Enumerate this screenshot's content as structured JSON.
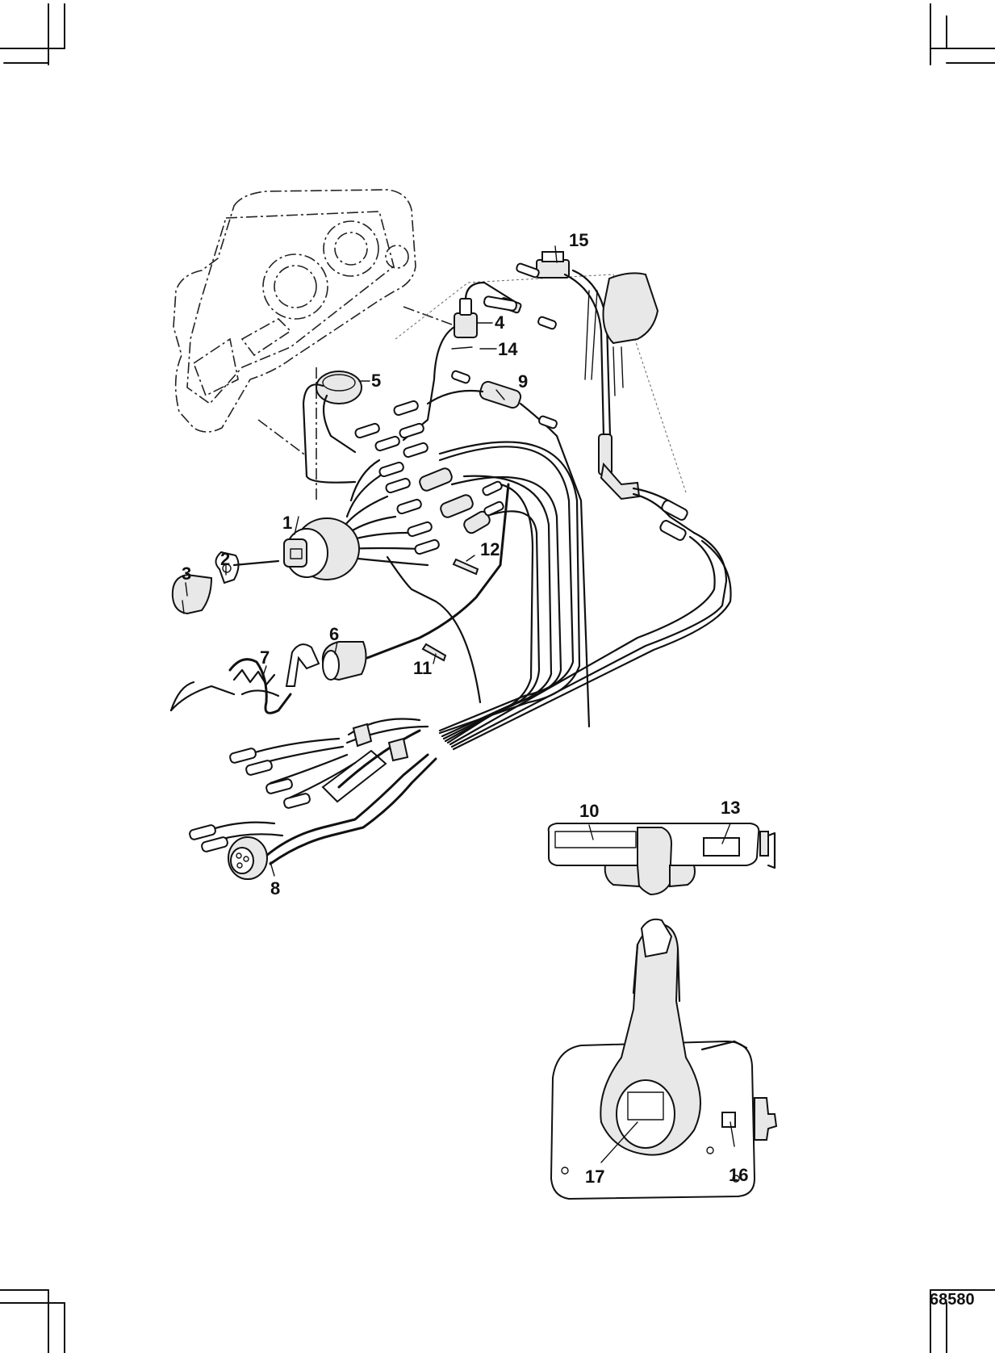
{
  "diagram": {
    "callouts": [
      "1",
      "2",
      "3",
      "4",
      "5",
      "6",
      "7",
      "8",
      "9",
      "10",
      "11",
      "12",
      "13",
      "14",
      "15",
      "16",
      "17"
    ],
    "drawing_code": "68580"
  }
}
